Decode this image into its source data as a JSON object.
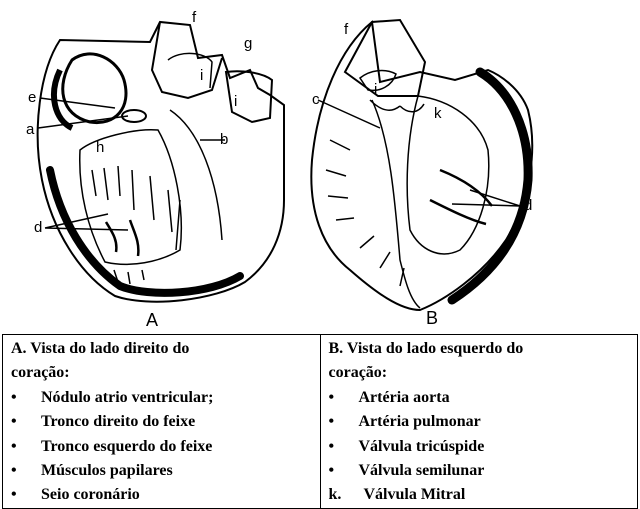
{
  "figure": {
    "heart_a": {
      "panel_label": "A",
      "labels": [
        "f",
        "g",
        "i",
        "i",
        "e",
        "a",
        "h",
        "b",
        "d"
      ]
    },
    "heart_b": {
      "panel_label": "B",
      "labels": [
        "f",
        "c",
        "i",
        "k",
        "d"
      ]
    }
  },
  "legend": {
    "left": {
      "title_line1": "A. Vista do lado direito do",
      "title_line2": "coração:",
      "bullet": "•",
      "items": [
        "Nódulo atrio ventricular;",
        "Tronco direito do feixe",
        "Tronco esquerdo do feixe",
        "Músculos papilares",
        "Seio coronário"
      ]
    },
    "right": {
      "title_line1": "B. Vista do lado esquerdo do",
      "title_line2": "coração:",
      "bullet": "•",
      "items": [
        "Artéria aorta",
        "Artéria pulmonar",
        "Válvula tricúspide",
        "Válvula semilunar"
      ],
      "last_marker": "k.",
      "last_item": "Válvula Mitral"
    }
  }
}
